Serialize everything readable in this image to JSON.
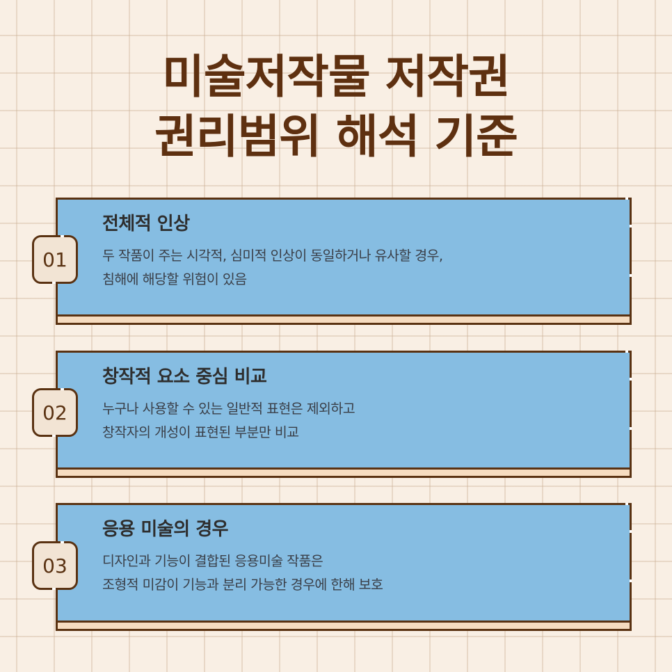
{
  "title": {
    "line1": "미술저작물 저작권",
    "line2": "권리범위 해석 기준"
  },
  "colors": {
    "background": "#f9efe4",
    "title": "#5e3010",
    "card_fill": "#86bde2",
    "card_strip": "#f6dcc0",
    "border": "#5a3212",
    "badge_fill": "#f2e4d4"
  },
  "items": [
    {
      "number": "01",
      "heading": "전체적 인상",
      "lines": [
        "두 작품이 주는 시각적, 심미적 인상이 동일하거나 유사할 경우,",
        "침해에 해당할 위험이 있음"
      ]
    },
    {
      "number": "02",
      "heading": "창작적 요소 중심 비교",
      "lines": [
        "누구나 사용할 수 있는 일반적 표현은 제외하고",
        "창작자의 개성이 표현된 부분만 비교"
      ]
    },
    {
      "number": "03",
      "heading": "응용 미술의 경우",
      "lines": [
        "디자인과 기능이 결합된 응용미술 작품은",
        "조형적 미감이 기능과 분리 가능한 경우에 한해 보호"
      ]
    }
  ]
}
